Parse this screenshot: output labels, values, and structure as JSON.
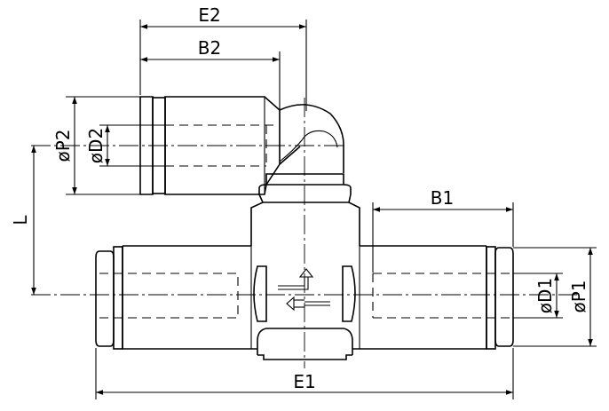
{
  "drawing": {
    "labels": {
      "e2": "E2",
      "b2": "B2",
      "b1": "B1",
      "e1": "E1",
      "l": "L",
      "p2": "øP2",
      "d2": "øD2",
      "d1": "øD1",
      "p1": "øP1"
    }
  }
}
